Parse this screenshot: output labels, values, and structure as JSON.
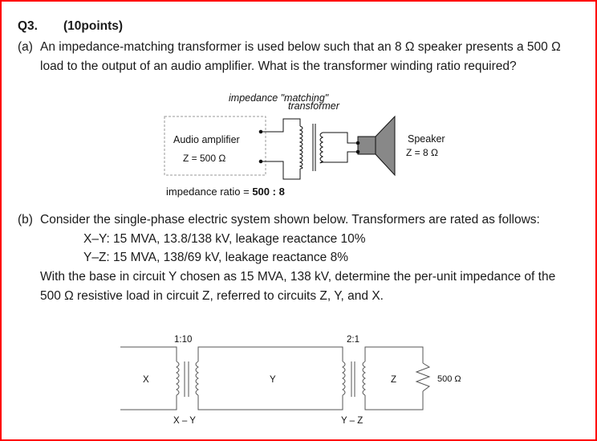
{
  "question": {
    "number": "Q3.",
    "points": "(10points)"
  },
  "part_a": {
    "label": "(a)",
    "line1": "An impedance-matching transformer is used below such that an 8 Ω speaker presents a 500 Ω",
    "line2": "load to the output of an audio amplifier. What is the transformer winding ratio required?",
    "diagram": {
      "title_line1": "impedance \"matching\"",
      "title_line2": "transformer",
      "amplifier_label": "Audio amplifier",
      "amplifier_impedance": "Z = 500 Ω",
      "speaker_label": "Speaker",
      "speaker_impedance": "Z = 8 Ω",
      "ratio_prefix": "impedance ratio = ",
      "ratio_value": "500 : 8"
    }
  },
  "part_b": {
    "label": "(b)",
    "line1": "Consider the single-phase electric system shown below. Transformers are rated as follows:",
    "rating_xy": "X–Y:  15 MVA, 13.8/138 kV, leakage reactance 10%",
    "rating_yz": "Y–Z:  15 MVA, 138/69 kV, leakage reactance 8%",
    "line2": "With the base in circuit Y chosen as 15 MVA, 138 kV, determine the per-unit impedance of the",
    "line3": "500 Ω resistive load in circuit Z, referred to circuits Z, Y, and X.",
    "diagram": {
      "ratio_xy": "1:10",
      "ratio_yz": "2:1",
      "circuit_x": "X",
      "circuit_y": "Y",
      "circuit_z": "Z",
      "load": "500 Ω",
      "label_xy": "X – Y",
      "label_yz": "Y – Z"
    }
  }
}
